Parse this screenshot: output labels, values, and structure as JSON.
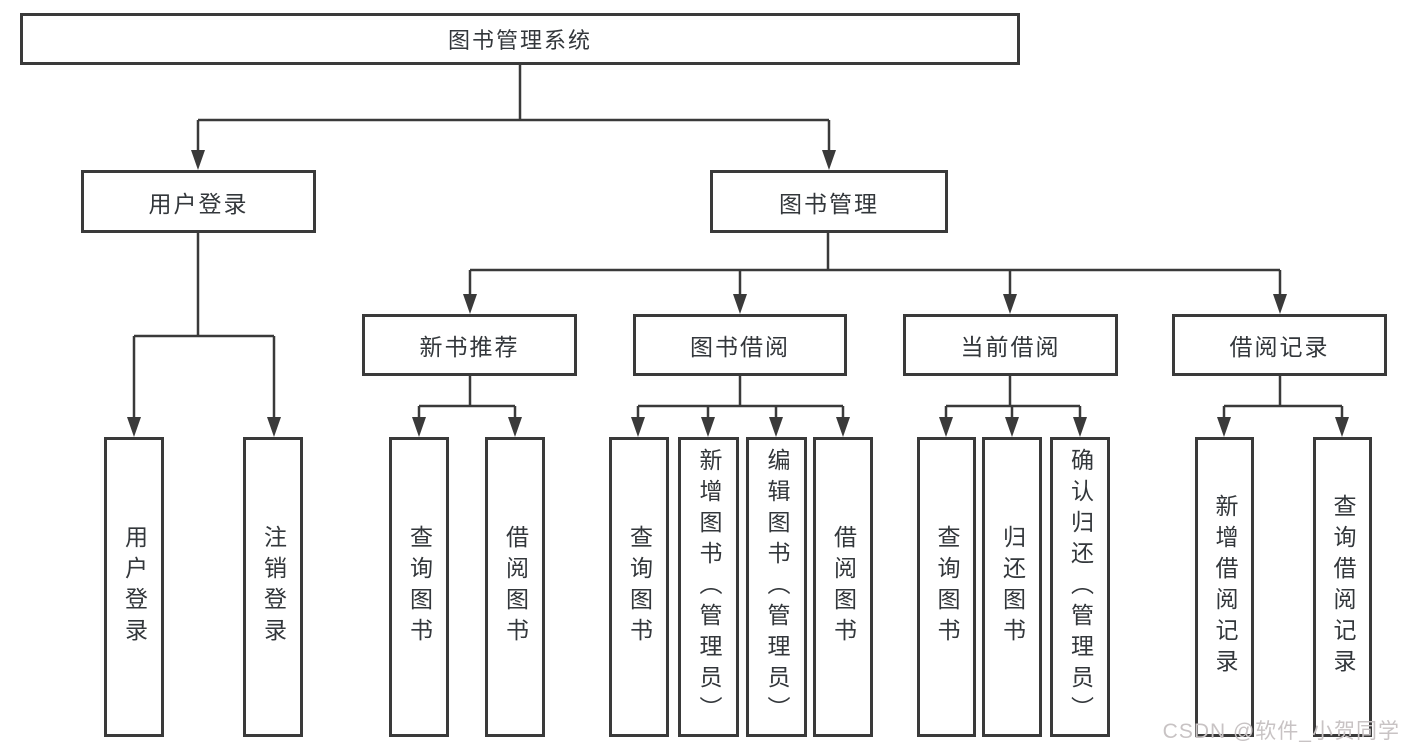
{
  "tree": {
    "root": "图书管理系统",
    "login": {
      "label": "用户登录",
      "children": [
        "用户登录",
        "注销登录"
      ]
    },
    "mgmt": {
      "label": "图书管理",
      "new_rec": {
        "label": "新书推荐",
        "children": [
          "查询图书",
          "借阅图书"
        ]
      },
      "borrow": {
        "label": "图书借阅",
        "children": [
          "查询图书",
          "新增图书（管理员）",
          "编辑图书（管理员）",
          "借阅图书"
        ]
      },
      "current": {
        "label": "当前借阅",
        "children": [
          "查询图书",
          "归还图书",
          "确认归还（管理员）"
        ]
      },
      "records": {
        "label": "借阅记录",
        "children": [
          "新增借阅记录",
          "查询借阅记录"
        ]
      }
    }
  },
  "watermark": "CSDN @软件_小贺同学",
  "colors": {
    "line": "#3a3a3a",
    "text": "#33373b",
    "background": "#ffffff",
    "watermark": "#c8c3c4"
  }
}
